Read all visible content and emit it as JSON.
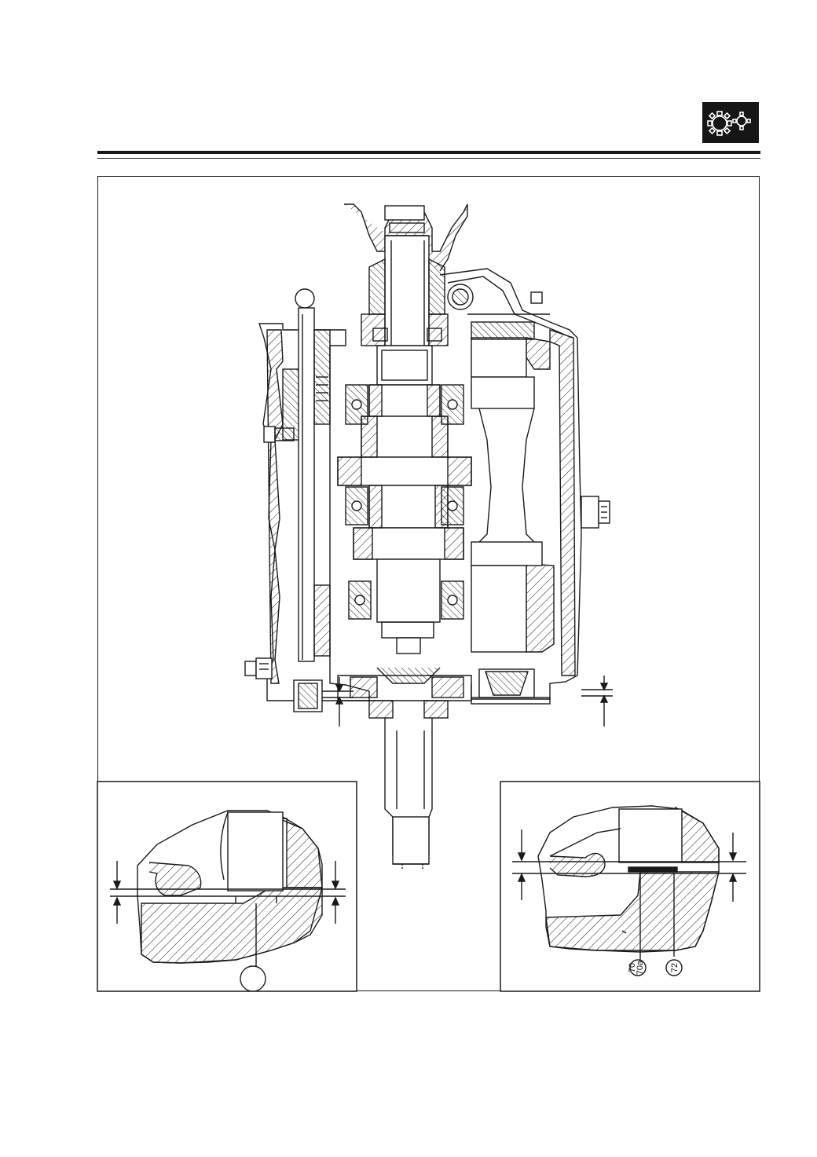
{
  "header": {
    "icon": "gears-icon",
    "icon_color": "#161616"
  },
  "callouts": {
    "left_detail_marker": "",
    "label_70": "70",
    "label_70a": "70a",
    "label_72": "72"
  },
  "colors": {
    "ink": "#1a1a1a",
    "paper": "#ffffff"
  }
}
